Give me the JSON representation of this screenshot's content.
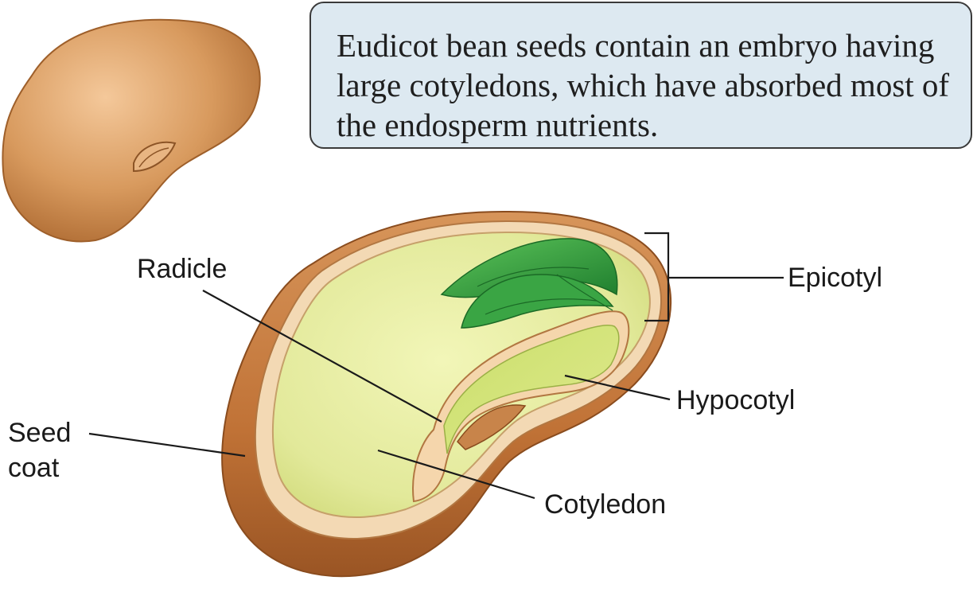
{
  "caption": "Eudicot bean seeds contain an embryo having large cotyledons, which have absorbed most of the endosperm nutrients.",
  "labels": {
    "epicotyl": "Epicotyl",
    "radicle": "Radicle",
    "hypocotyl": "Hypocotyl",
    "seed_coat": "Seed coat",
    "cotyledon": "Cotyledon"
  },
  "colors": {
    "seed_coat": "#c47a3a",
    "cotyledon": "#d9e38a",
    "embryo_leaves": "#2f9a3a",
    "caption_fill": "#dde9f1"
  }
}
